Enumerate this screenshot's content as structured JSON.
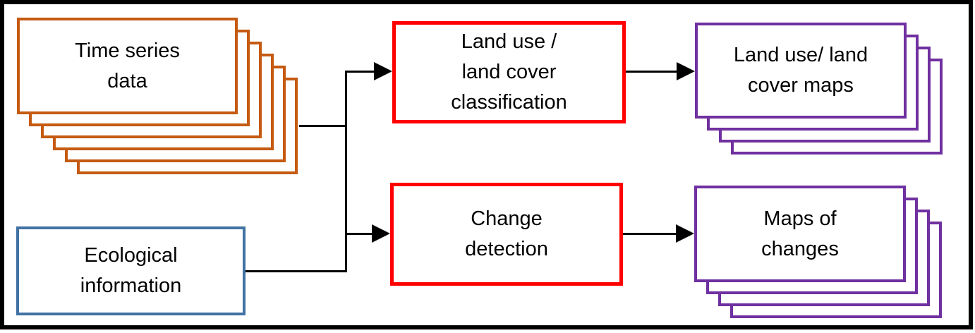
{
  "diagram": {
    "background_color": "#FFFFFF",
    "frame_color": "#000000",
    "connector_color": "#000000",
    "nodes": {
      "time_series": {
        "label": "Time series\ndata",
        "border_color": "#C55A11",
        "stack_count": 6
      },
      "ecological": {
        "label": "Ecological\ninformation",
        "border_color": "#4272A4",
        "stack_count": 1
      },
      "lulc_classification": {
        "label": "Land use /\nland cover\nclassification",
        "border_color": "#FF0000",
        "stack_count": 1
      },
      "change_detection": {
        "label": "Change\ndetection",
        "border_color": "#FF0000",
        "stack_count": 1
      },
      "lulc_maps": {
        "label": "Land use/ land\ncover maps",
        "border_color": "#7030A0",
        "stack_count": 4
      },
      "maps_of_changes": {
        "label": "Maps of\nchanges",
        "border_color": "#7030A0",
        "stack_count": 4
      }
    },
    "edges": [
      {
        "from": "time_series",
        "to": "lulc_classification"
      },
      {
        "from": "time_series",
        "to": "change_detection"
      },
      {
        "from": "ecological",
        "to": "lulc_classification"
      },
      {
        "from": "ecological",
        "to": "change_detection"
      },
      {
        "from": "lulc_classification",
        "to": "lulc_maps"
      },
      {
        "from": "change_detection",
        "to": "maps_of_changes"
      }
    ]
  }
}
